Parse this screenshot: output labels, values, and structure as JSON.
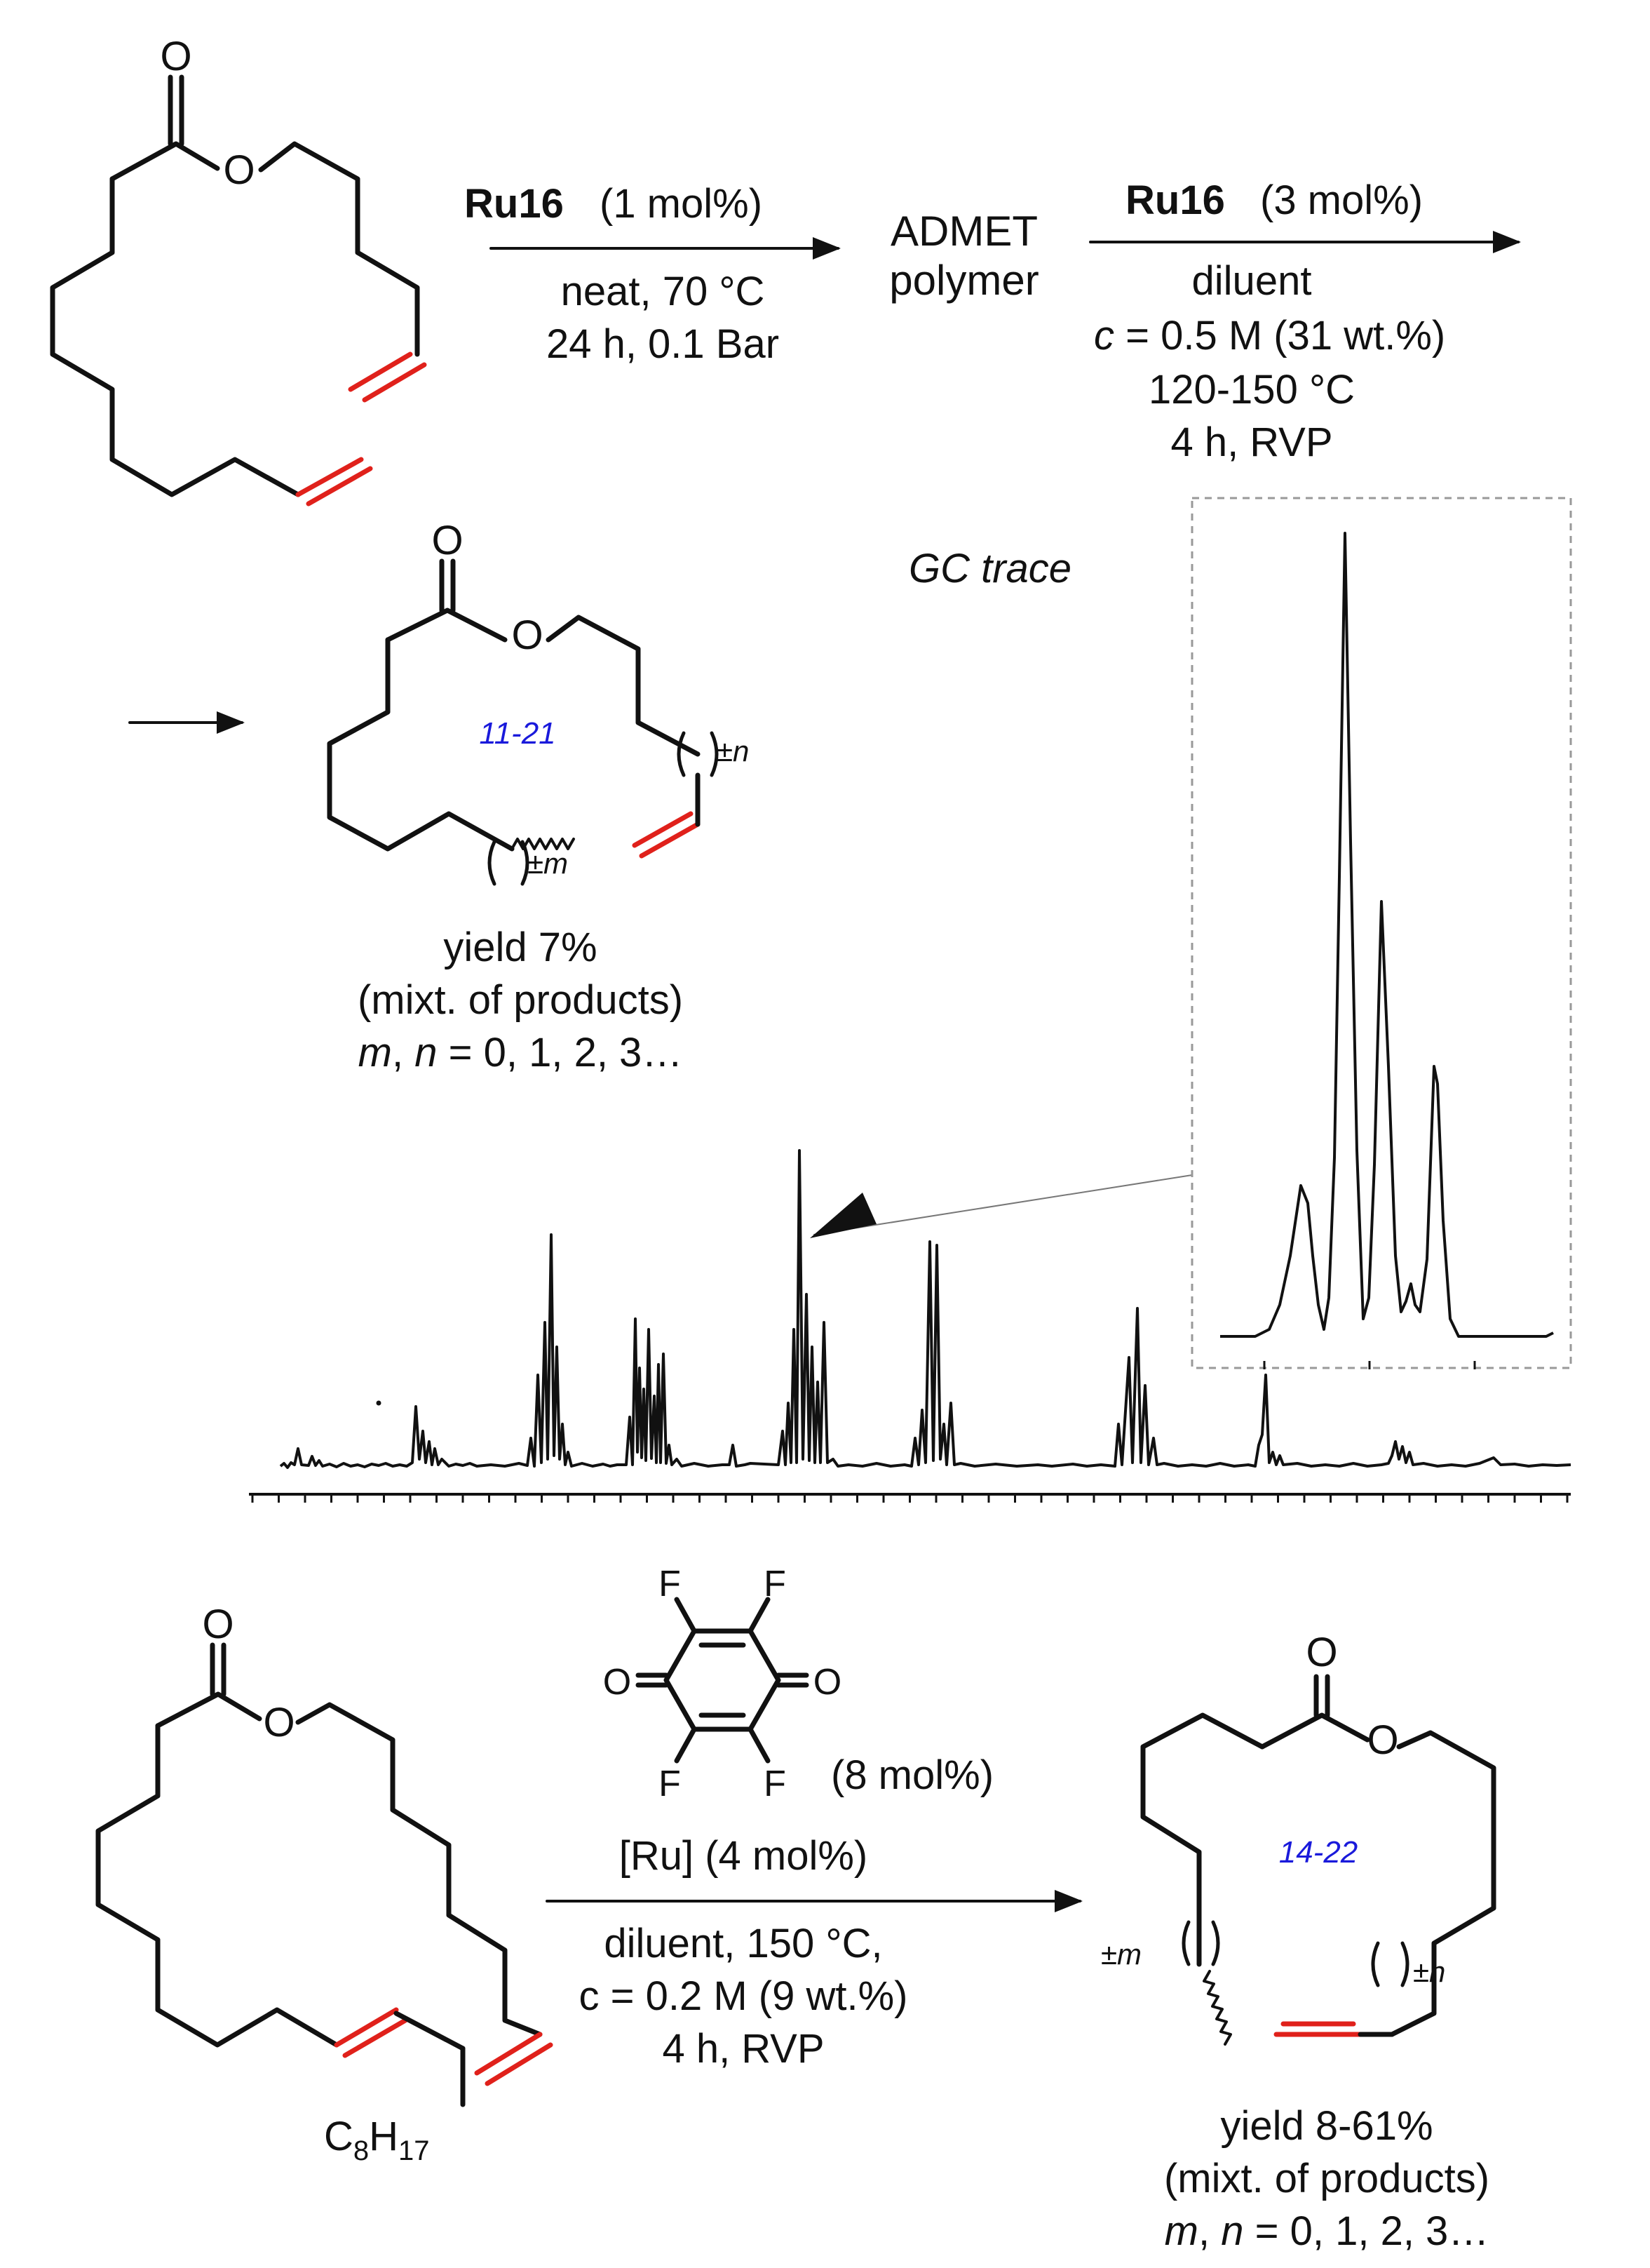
{
  "scheme1": {
    "step1": {
      "catalyst": "Ru16",
      "loading": "(1 mol%)",
      "cond1": "neat, 70 °C",
      "cond2": "24 h, 0.1 Bar"
    },
    "intermediate": {
      "line1": "ADMET",
      "line2": "polymer"
    },
    "step2": {
      "catalyst": "Ru16",
      "loading": "(3 mol%)",
      "cond1": "diluent",
      "cond2_pre": "c",
      "cond2_post": " = 0.5 M (31 wt.%)",
      "cond3": "120-150 °C",
      "cond4": "4 h, RVP"
    },
    "ring_size": "11-21",
    "n_label": "±n",
    "m_label": "±m",
    "yield": "yield 7%",
    "mixt": "(mixt. of products)",
    "mn": {
      "m": "m",
      "sep": ", ",
      "n": "n",
      "rest": " = 0, 1, 2, 3…"
    }
  },
  "gc": {
    "label": "GC trace"
  },
  "scheme2": {
    "quinone": {
      "F": "F",
      "O": "O",
      "loading": "(8 mol%)"
    },
    "ru": "[Ru] (4 mol%)",
    "cond1": "diluent, 150 °C,",
    "cond2": "c = 0.2 M (9 wt.%)",
    "cond3": "4 h, RVP",
    "substituent_C": "C",
    "substituent_8": "8",
    "substituent_H": "H",
    "substituent_17": "17",
    "ring_size": "14-22",
    "m_label": "±m",
    "n_label": "±n",
    "yield": "yield 8-61%",
    "mixt": "(mixt. of products)",
    "mn": {
      "m": "m",
      "sep": ", ",
      "n": "n",
      "rest": " = 0, 1, 2, 3…"
    }
  },
  "atoms": {
    "O": "O"
  },
  "colors": {
    "alkene": "#e0211b",
    "ring_size": "#1a1adb",
    "text": "#111111"
  }
}
